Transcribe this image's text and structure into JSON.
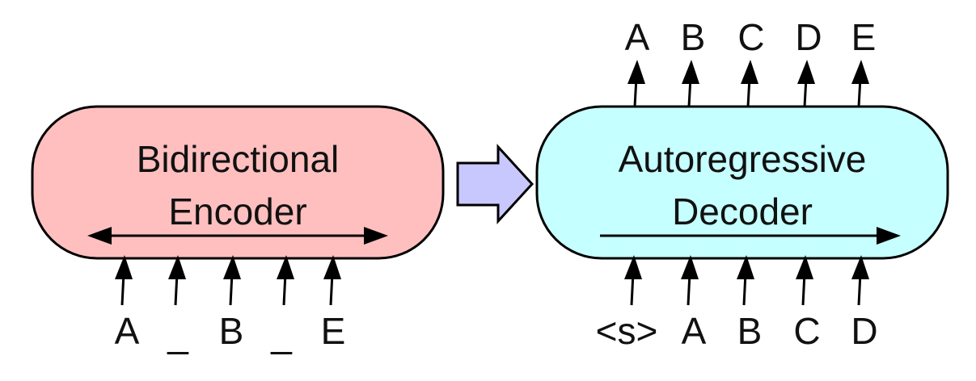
{
  "encoder": {
    "line1": "Bidirectional",
    "line2": "Encoder",
    "fill": "#ffbfbf",
    "inputs": [
      "A",
      "_",
      "B",
      "_",
      "E"
    ]
  },
  "decoder": {
    "line1": "Autoregressive",
    "line2": "Decoder",
    "fill": "#c6ffff",
    "inputs": [
      "<s>",
      "A",
      "B",
      "C",
      "D"
    ],
    "outputs": [
      "A",
      "B",
      "C",
      "D",
      "E"
    ]
  },
  "connector": {
    "fill": "#c8c8ff"
  }
}
